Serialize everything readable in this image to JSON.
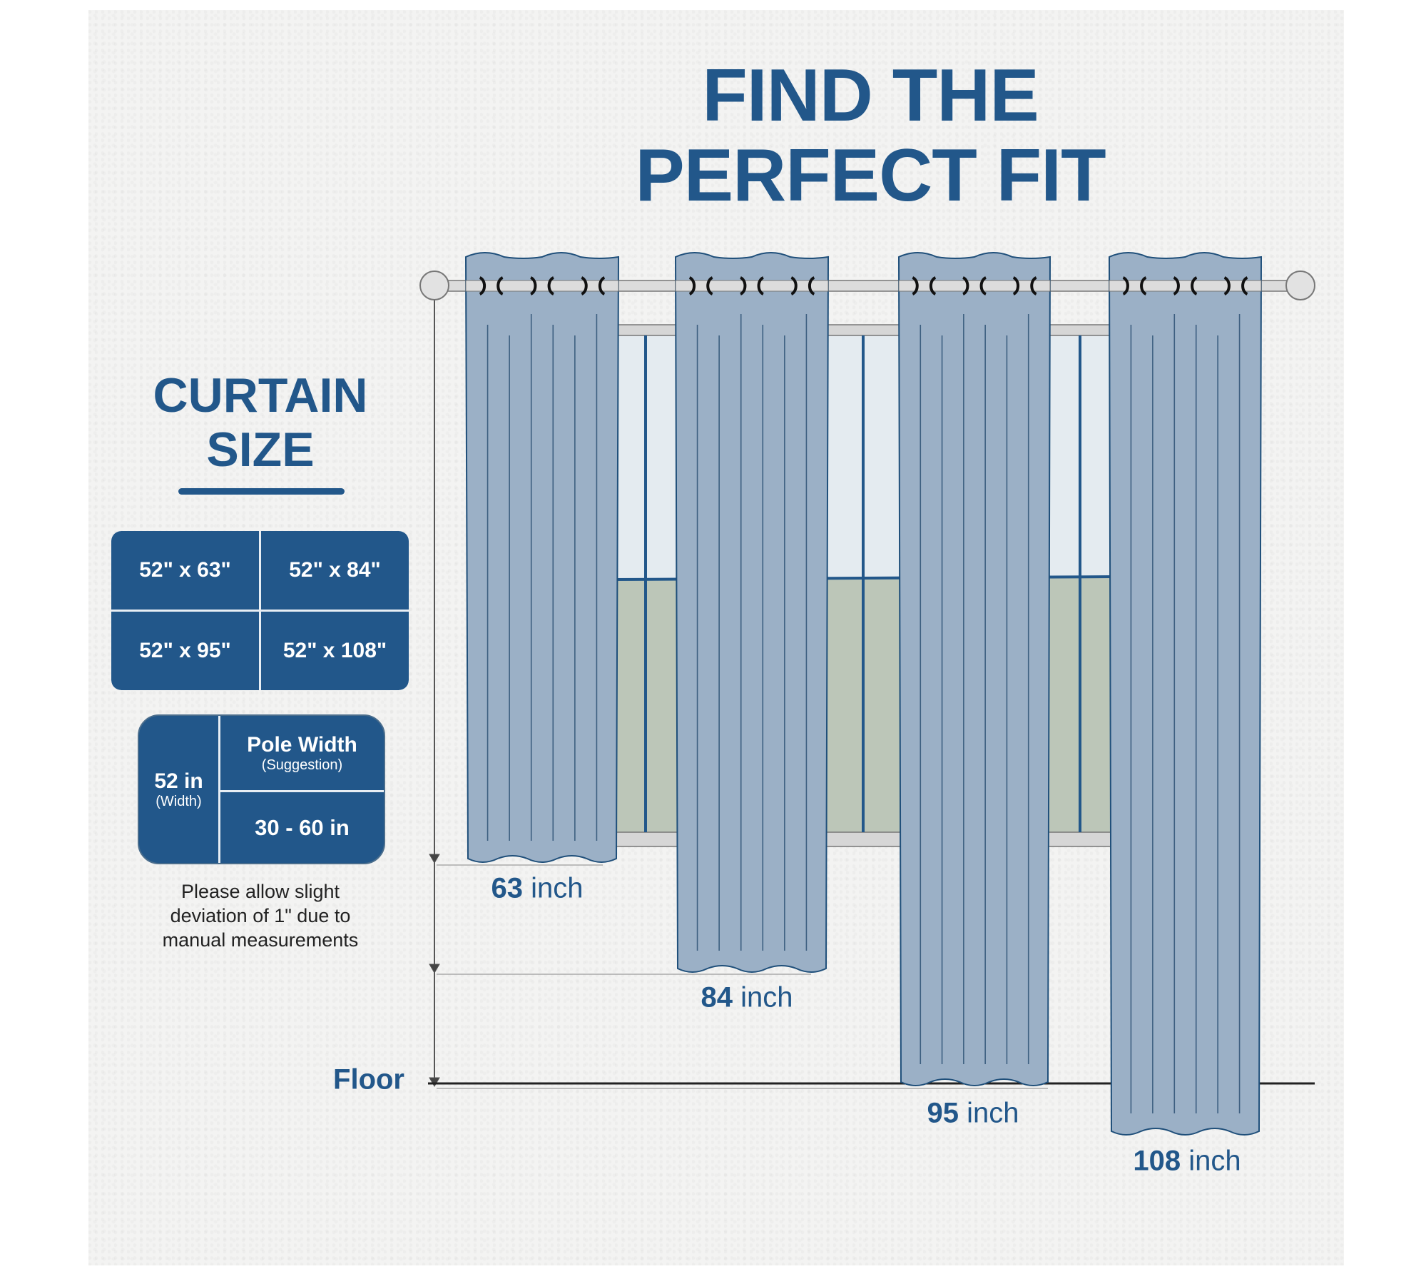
{
  "title": {
    "line1": "FIND THE",
    "line2": "PERFECT FIT"
  },
  "curtain_size": {
    "heading_line1": "CURTAIN",
    "heading_line2": "SIZE",
    "sizes": [
      "52\" x 63\"",
      "52\" x 84\"",
      "52\" x 95\"",
      "52\" x 108\""
    ]
  },
  "pole_box": {
    "width_value": "52 in",
    "width_label": "(Width)",
    "pole_heading": "Pole Width",
    "pole_sub": "(Suggestion)",
    "pole_range": "30 - 60 in"
  },
  "note": [
    "Please allow slight",
    "deviation of 1\" due to",
    "manual measurements"
  ],
  "floor_label": "Floor",
  "lengths": [
    {
      "num": "63",
      "unit": " inch"
    },
    {
      "num": "84",
      "unit": " inch"
    },
    {
      "num": "95",
      "unit": " inch"
    },
    {
      "num": "108",
      "unit": " inch"
    }
  ],
  "colors": {
    "navy": "#22578a",
    "curtain": "#9bb0c6",
    "outline": "#1f4f7a"
  }
}
